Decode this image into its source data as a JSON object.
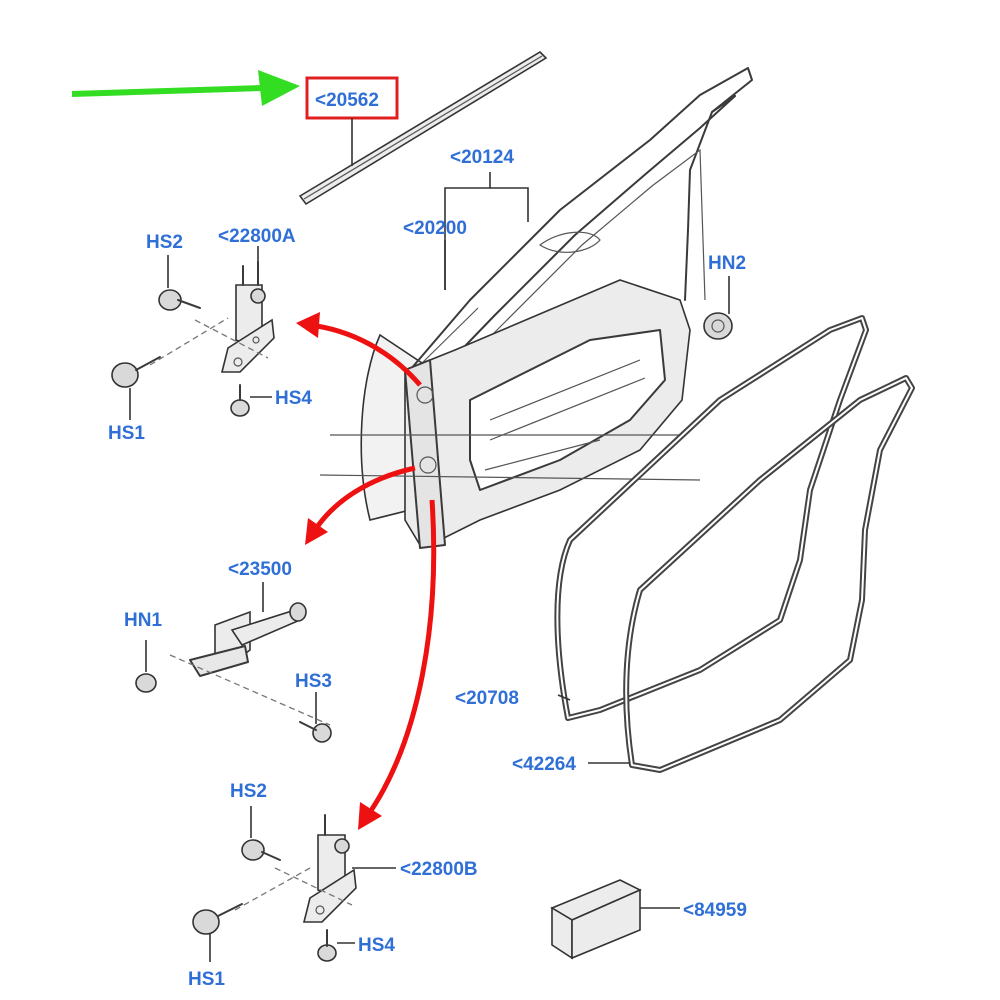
{
  "labels": {
    "p20562": "<20562",
    "p20124": "<20124",
    "p20200": "<20200",
    "hn2": "HN2",
    "hs2_top": "HS2",
    "p22800a": "<22800A",
    "hs1_top": "HS1",
    "hs4_top": "HS4",
    "p23500": "<23500",
    "hn1": "HN1",
    "hs3": "HS3",
    "p20708": "<20708",
    "p42264": "<42264",
    "hs2_bottom": "HS2",
    "p22800b": "<22800B",
    "hs1_bottom": "HS1",
    "hs4_bottom": "HS4",
    "p84959": "<84959"
  },
  "colors": {
    "label": "#2f6fd6",
    "highlight_box": "#e02020",
    "pointer_arrow": "#33dd22",
    "callout_arrows": "#ee1111"
  }
}
